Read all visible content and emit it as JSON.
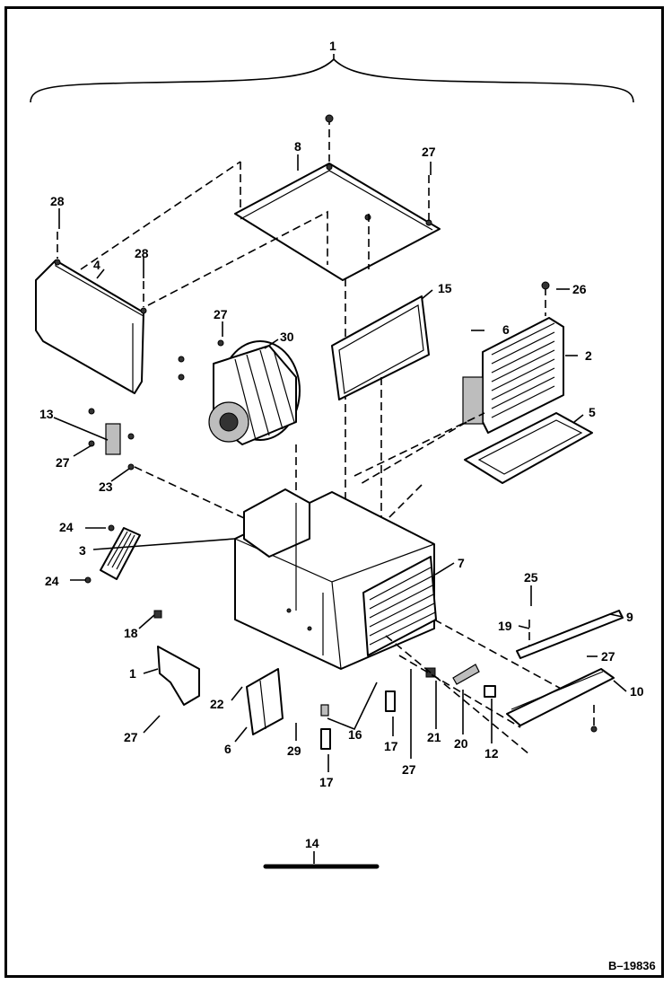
{
  "diagram": {
    "reference_code": "B–19836",
    "callouts": [
      {
        "id": "c1-top",
        "text": "1"
      },
      {
        "id": "c8",
        "text": "8"
      },
      {
        "id": "c27-a",
        "text": "27"
      },
      {
        "id": "c28-a",
        "text": "28"
      },
      {
        "id": "c4",
        "text": "4"
      },
      {
        "id": "c28-b",
        "text": "28"
      },
      {
        "id": "c15",
        "text": "15"
      },
      {
        "id": "c26",
        "text": "26"
      },
      {
        "id": "c6-a",
        "text": "6"
      },
      {
        "id": "c2",
        "text": "2"
      },
      {
        "id": "c27-b",
        "text": "27"
      },
      {
        "id": "c30",
        "text": "30"
      },
      {
        "id": "c13",
        "text": "13"
      },
      {
        "id": "c27-c",
        "text": "27"
      },
      {
        "id": "c23",
        "text": "23"
      },
      {
        "id": "c5",
        "text": "5"
      },
      {
        "id": "c24-a",
        "text": "24"
      },
      {
        "id": "c3",
        "text": "3"
      },
      {
        "id": "c24-b",
        "text": "24"
      },
      {
        "id": "c7",
        "text": "7"
      },
      {
        "id": "c25",
        "text": "25"
      },
      {
        "id": "c18",
        "text": "18"
      },
      {
        "id": "c19",
        "text": "19"
      },
      {
        "id": "c9",
        "text": "9"
      },
      {
        "id": "c1-side",
        "text": "1"
      },
      {
        "id": "c27-d",
        "text": "27"
      },
      {
        "id": "c22",
        "text": "22"
      },
      {
        "id": "c10",
        "text": "10"
      },
      {
        "id": "c27-e",
        "text": "27"
      },
      {
        "id": "c6-b",
        "text": "6"
      },
      {
        "id": "c29",
        "text": "29"
      },
      {
        "id": "c16",
        "text": "16"
      },
      {
        "id": "c17-a",
        "text": "17"
      },
      {
        "id": "c21",
        "text": "21"
      },
      {
        "id": "c20",
        "text": "20"
      },
      {
        "id": "c12",
        "text": "12"
      },
      {
        "id": "c17-b",
        "text": "17"
      },
      {
        "id": "c27-f",
        "text": "27"
      },
      {
        "id": "c14",
        "text": "14"
      }
    ]
  }
}
